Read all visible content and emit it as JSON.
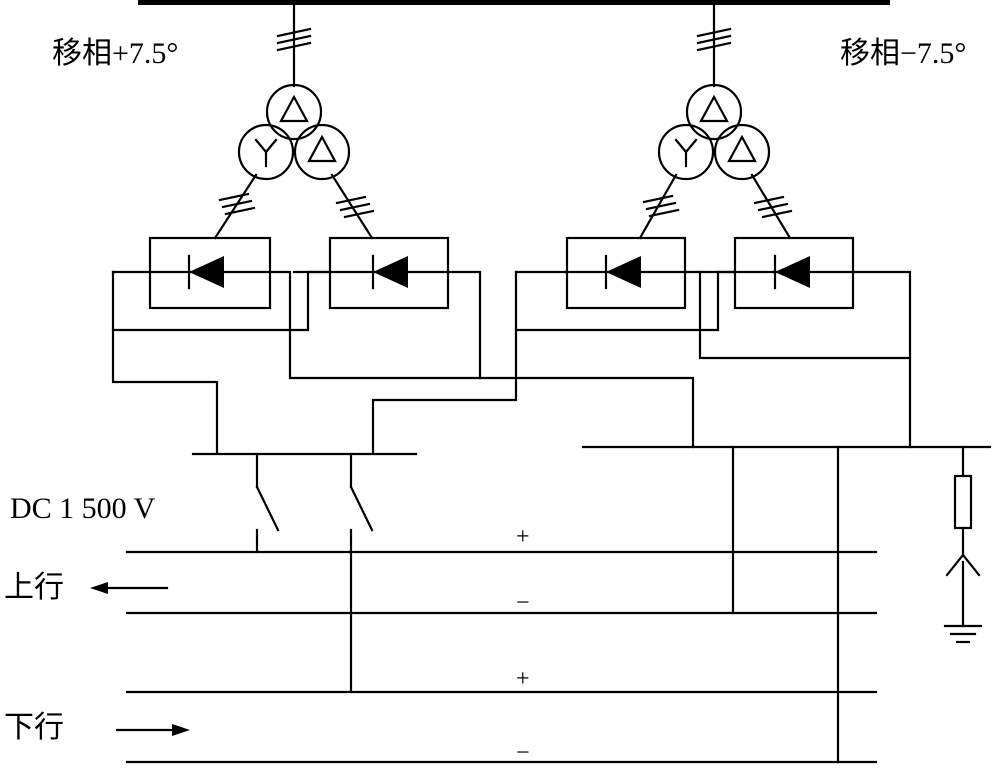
{
  "labels": {
    "phase_left": "移相+7.5°",
    "phase_right": "移相−7.5°",
    "dc_voltage": "DC 1 500 V",
    "up_track": "上行",
    "down_track": "下行",
    "plus_upper": "+",
    "minus_upper": "−",
    "plus_lower": "+",
    "minus_lower": "−"
  }
}
